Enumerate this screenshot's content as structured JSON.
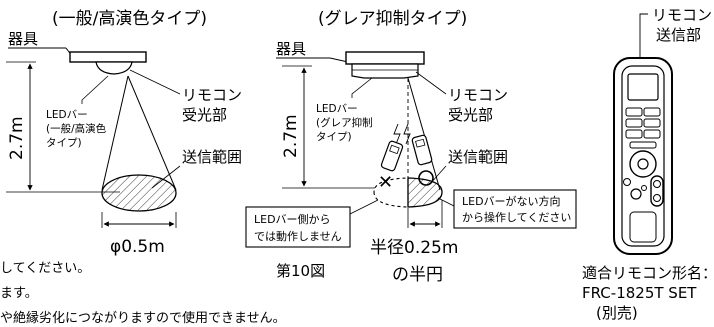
{
  "left_figure": {
    "title": "(一般/高演色タイプ)",
    "fixture_label": "器具",
    "height_label": "2.7m",
    "ledbar_label": [
      "LEDバー",
      "(一般/高演色",
      "タイプ)"
    ],
    "receiver_label": [
      "リモコン",
      "受光部"
    ],
    "range_label": "送信範囲",
    "diameter_label": "φ0.5m"
  },
  "right_figure": {
    "title": "(グレア抑制タイプ)",
    "fixture_label": "器具",
    "height_label": "2.7m",
    "ledbar_label": [
      "LEDバー",
      "(グレア抑制",
      "タイプ)"
    ],
    "receiver_label": [
      "リモコン",
      "受光部"
    ],
    "range_label": "送信範囲",
    "not_work_note": [
      "LEDバー側から",
      "では動作しません"
    ],
    "operate_note": [
      "LEDバーがない方向",
      "から操作してください"
    ],
    "radius_label": "半径0.25m",
    "semicircle_label": "の半円",
    "figure_number": "第10図"
  },
  "remote": {
    "transmitter_label": [
      "リモコン",
      "送信部"
    ],
    "model_label": "適合リモコン形名：",
    "model_number": "FRC-1825T SET",
    "sold_separately": "(別売)"
  },
  "text_fragments": {
    "line1": "してください。",
    "line2": "ます。",
    "line3": "や絶縁劣化につながりますので使用できません。"
  }
}
